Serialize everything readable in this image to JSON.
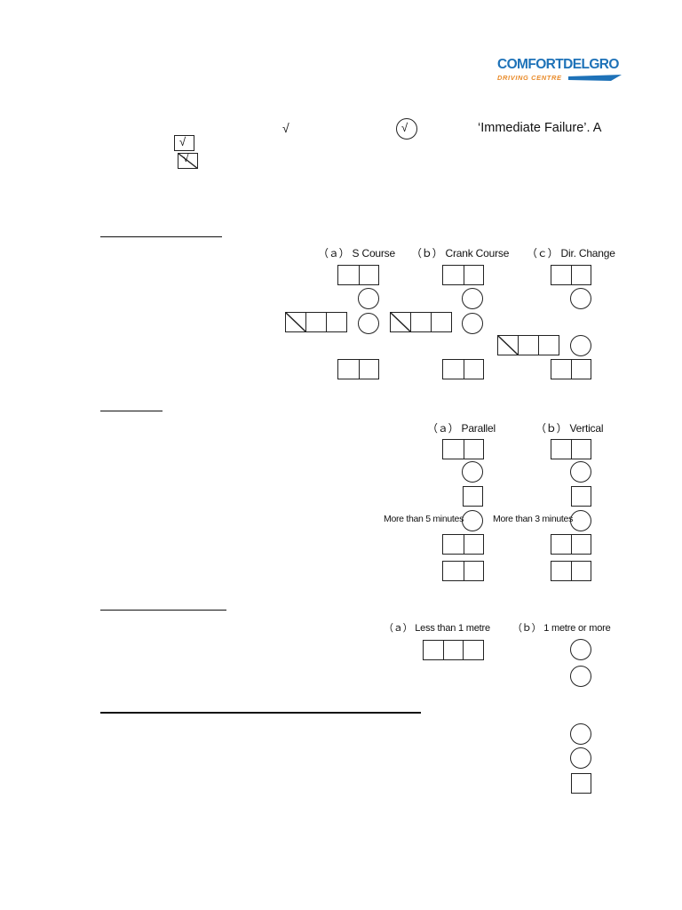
{
  "logo": {
    "name": "COMFORTDELGRO",
    "subtitle": "DRIVING CENTRE",
    "colors": {
      "brand_blue": "#1e72b8",
      "brand_orange": "#e98b2a"
    }
  },
  "legend": {
    "tick": "√",
    "circled_tick": "√",
    "immediate_failure": "‘Immediate Failure’. A",
    "boxed_tick": "√",
    "boxed_slashed_tick": "√"
  },
  "section1": {
    "headers": [
      "（ａ） S Course",
      "（ｂ） Crank Course",
      "（ｃ） Dir. Change"
    ]
  },
  "section2": {
    "headers": [
      "（ａ） Parallel",
      "（ｂ） Vertical"
    ],
    "notes": [
      "More than 5 minutes",
      "More than 3 minutes"
    ]
  },
  "section3": {
    "headers": [
      "（ａ） Less than 1 metre",
      "（ｂ） 1 metre or more"
    ]
  }
}
